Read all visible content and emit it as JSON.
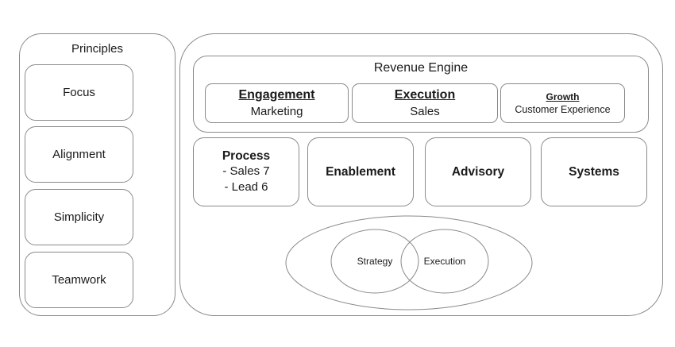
{
  "principles": {
    "title": "Principles",
    "items": [
      "Focus",
      "Alignment",
      "Simplicity",
      "Teamwork"
    ]
  },
  "engine": {
    "title": "Revenue Engine",
    "pillars": [
      {
        "heading": "Engagement",
        "sub": "Marketing"
      },
      {
        "heading": "Execution",
        "sub": "Sales"
      },
      {
        "heading": "Growth",
        "sub": "Customer Experience"
      }
    ],
    "capabilities": {
      "process": {
        "title": "Process",
        "lines": [
          "- Sales 7",
          "- Lead 6"
        ]
      },
      "enablement": "Enablement",
      "advisory": "Advisory",
      "systems": "Systems"
    },
    "venn": {
      "left": "Strategy",
      "right": "Execution"
    }
  }
}
